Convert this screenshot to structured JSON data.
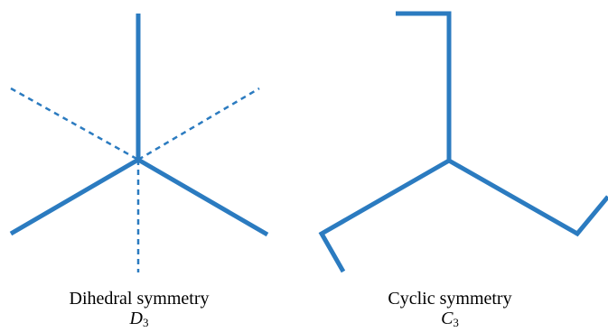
{
  "colors": {
    "line": "#2b7bc0",
    "text": "#000000",
    "background": "#ffffff"
  },
  "panels": [
    {
      "name": "Dihedral symmetry",
      "symbol_letter": "D",
      "symbol_subscript": "3"
    },
    {
      "name": "Cyclic symmetry",
      "symbol_letter": "C",
      "symbol_subscript": "3"
    }
  ]
}
